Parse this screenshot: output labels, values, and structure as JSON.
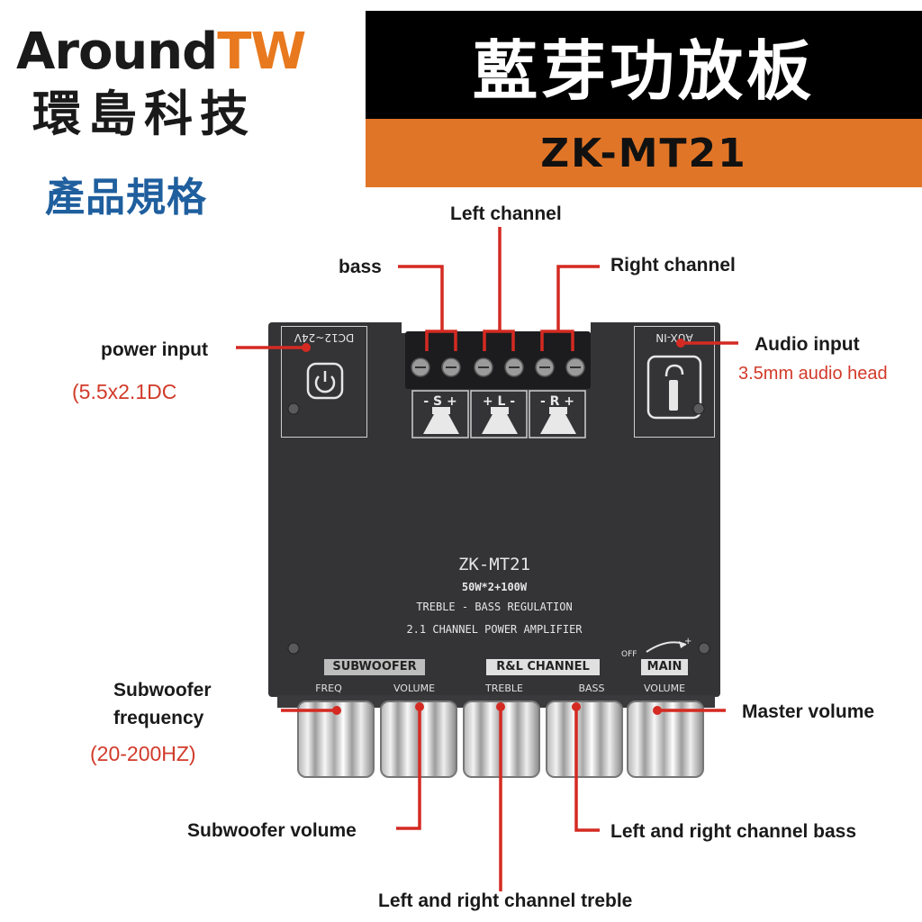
{
  "brand": {
    "name_en_part1": "Around",
    "name_en_part2": "TW",
    "name_cn": "環島科技",
    "spec_heading": "產品規格"
  },
  "header": {
    "title": "藍芽功放板",
    "model": "ZK-MT21"
  },
  "colors": {
    "accent_orange": "#e17527",
    "callout_red": "#d23a2a",
    "spec_blue": "#1f5f9e",
    "board": "#343336"
  },
  "callouts": {
    "left_channel": "Left channel",
    "bass": "bass",
    "right_channel": "Right channel",
    "power_input": "power input",
    "power_input_spec": "(5.5x2.1DC",
    "audio_input": "Audio input",
    "audio_input_spec": "3.5mm audio head",
    "subwoofer_frequency_line1": "Subwoofer",
    "subwoofer_frequency_line2": "frequency",
    "subwoofer_frequency_range": "(20-200HZ)",
    "master_volume": "Master volume",
    "subwoofer_volume": "Subwoofer volume",
    "lr_bass": "Left and right channel bass",
    "lr_treble": "Left and right channel treble"
  },
  "board": {
    "dc_label": "DC12~24V",
    "aux_label": "AUX-IN",
    "terminal_s": "- S +",
    "terminal_l": "+ L -",
    "terminal_r": "- R +",
    "model": "ZK-MT21",
    "power": "50W*2+100W",
    "line1": "TREBLE - BASS REGULATION",
    "line2": "2.1 CHANNEL POWER AMPLIFIER",
    "group_subwoofer": "SUBWOOFER",
    "group_rl": "R&L CHANNEL",
    "group_main": "MAIN",
    "off_label": "OFF",
    "knob_freq": "FREQ",
    "knob_volume": "VOLUME",
    "knob_treble": "TREBLE",
    "knob_bass": "BASS",
    "knob_main_volume": "VOLUME"
  }
}
